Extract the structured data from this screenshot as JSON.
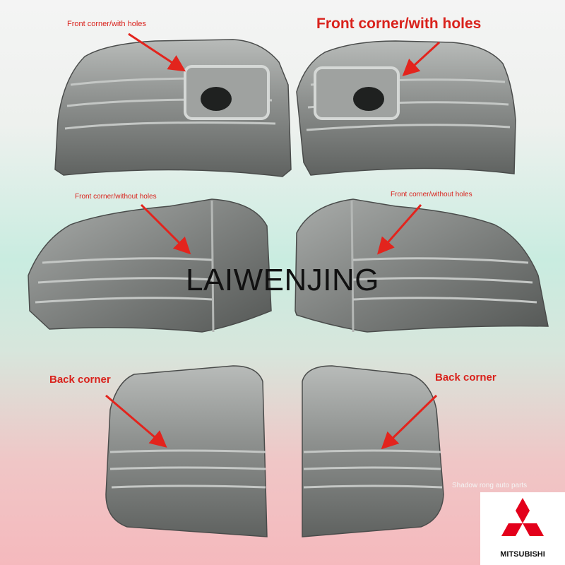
{
  "labels": {
    "front_holes_left": "Front corner/with holes",
    "front_holes_right": "Front corner/with holes",
    "front_noholes_left": "Front corner/without holes",
    "front_noholes_right": "Front corner/without holes",
    "back_left": "Back corner",
    "back_right": "Back corner"
  },
  "watermark": "LAIWENJING",
  "shop_name": "Shadow rong auto parts",
  "brand": {
    "name": "MITSUBISHI",
    "logo_color": "#e3001b"
  },
  "colors": {
    "label_red": "#d9221c",
    "arrow_red": "#e3241d",
    "part_silver": "#8e918f"
  }
}
